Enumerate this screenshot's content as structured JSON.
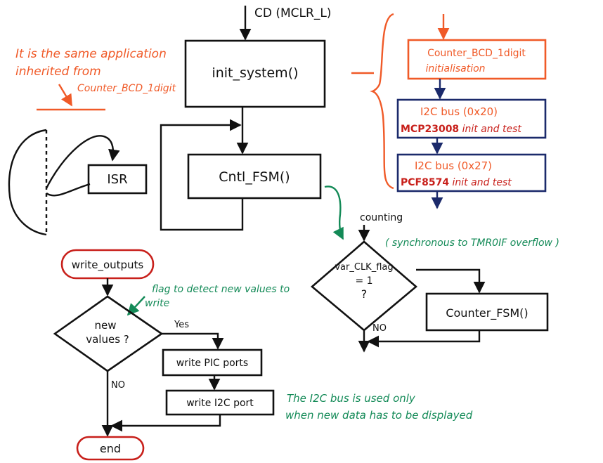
{
  "diagram": {
    "input_label": "CD (MCLR_L)",
    "init_system": "init_system()",
    "ctrl_fsm": "Cntl_FSM()",
    "isr": "ISR",
    "orange_note": {
      "line1": "It is the same application",
      "line2": "inherited from",
      "line3": "Counter_BCD_1digit"
    },
    "init_steps": {
      "step1_line1": "Counter_BCD_1digit",
      "step1_line2": "initialisation",
      "step2_line1": "I2C bus    (0x20)",
      "step2_line2_part1": "MCP23008",
      "step2_line2_part2": " init and test",
      "step3_line1": "I2C bus    (0x27)",
      "step3_line2_part1": "PCF8574",
      "step3_line2_part2": " init and test"
    },
    "counting": {
      "state_label": "counting",
      "sync_note": "( synchronous to TMR0IF overflow )",
      "decision_line1": "var_CLK_flag",
      "decision_line2": "= 1",
      "decision_line3": "?",
      "no_label": "NO",
      "action": "Counter_FSM()"
    },
    "write_outputs": {
      "start": "write_outputs",
      "flag_note_line1": "flag to detect new values to",
      "flag_note_line2": "write",
      "decision_line1": "new",
      "decision_line2": "values ?",
      "yes_label": "Yes",
      "no_label": "NO",
      "action1": "write PIC ports",
      "action2": "write I2C port",
      "end": "end",
      "i2c_note_line1": "The I2C bus is used only",
      "i2c_note_line2": "when new data has to be displayed"
    },
    "colors": {
      "ink": "#111111",
      "red": "#c8201b",
      "orange": "#f05a28",
      "green": "#138a57",
      "blue": "#1b2a6b"
    }
  }
}
